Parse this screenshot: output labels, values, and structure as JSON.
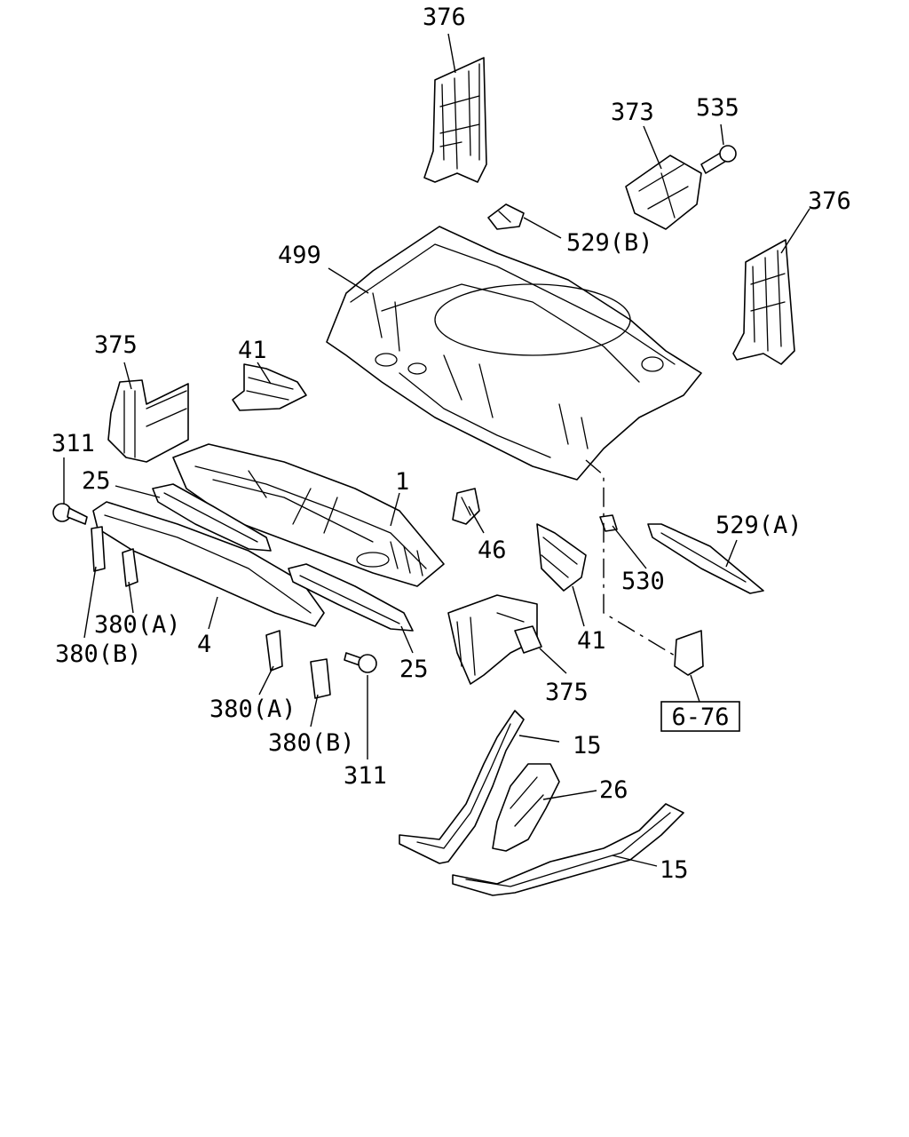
{
  "diagram": {
    "labels": [
      {
        "id": "lbl-376-top",
        "text": "376"
      },
      {
        "id": "lbl-373",
        "text": "373"
      },
      {
        "id": "lbl-535",
        "text": "535"
      },
      {
        "id": "lbl-376-right",
        "text": "376"
      },
      {
        "id": "lbl-529b",
        "text": "529(B)"
      },
      {
        "id": "lbl-499",
        "text": "499"
      },
      {
        "id": "lbl-41-top",
        "text": "41"
      },
      {
        "id": "lbl-375-left",
        "text": "375"
      },
      {
        "id": "lbl-311-left",
        "text": "311"
      },
      {
        "id": "lbl-25-left",
        "text": "25"
      },
      {
        "id": "lbl-1",
        "text": "1"
      },
      {
        "id": "lbl-46",
        "text": "46"
      },
      {
        "id": "lbl-529a",
        "text": "529(A)"
      },
      {
        "id": "lbl-530",
        "text": "530"
      },
      {
        "id": "lbl-380a-left",
        "text": "380(A)"
      },
      {
        "id": "lbl-380b-left",
        "text": "380(B)"
      },
      {
        "id": "lbl-4",
        "text": "4"
      },
      {
        "id": "lbl-25-right",
        "text": "25"
      },
      {
        "id": "lbl-41-bottom",
        "text": "41"
      },
      {
        "id": "lbl-375-bottom",
        "text": "375"
      },
      {
        "id": "lbl-380a-mid",
        "text": "380(A)"
      },
      {
        "id": "lbl-380b-mid",
        "text": "380(B)"
      },
      {
        "id": "lbl-311-mid",
        "text": "311"
      },
      {
        "id": "lbl-15-top",
        "text": "15"
      },
      {
        "id": "lbl-26",
        "text": "26"
      },
      {
        "id": "lbl-15-bottom",
        "text": "15"
      }
    ],
    "reference_box": {
      "text": "6-76"
    }
  }
}
